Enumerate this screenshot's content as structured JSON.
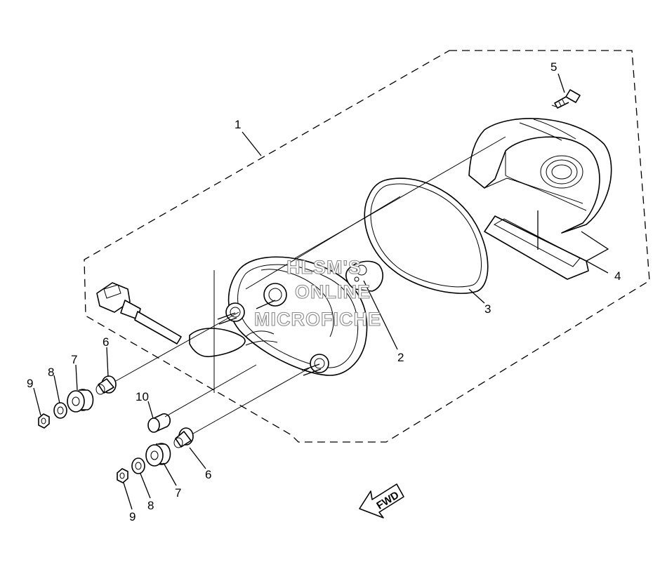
{
  "callouts": {
    "c1": "1",
    "c2": "2",
    "c3": "3",
    "c4": "4",
    "c5": "5",
    "c6a": "6",
    "c6b": "6",
    "c7a": "7",
    "c7b": "7",
    "c8a": "8",
    "c8b": "8",
    "c9a": "9",
    "c9b": "9",
    "c10": "10"
  },
  "watermark": {
    "line1": "HLSM'S",
    "line2": "ONLINE",
    "line3": "MICROFICHE"
  },
  "fwd_arrow": {
    "label": "FWD"
  },
  "colors": {
    "ink": "#000000",
    "watermark": "#8a8a8a",
    "background": "#ffffff"
  }
}
